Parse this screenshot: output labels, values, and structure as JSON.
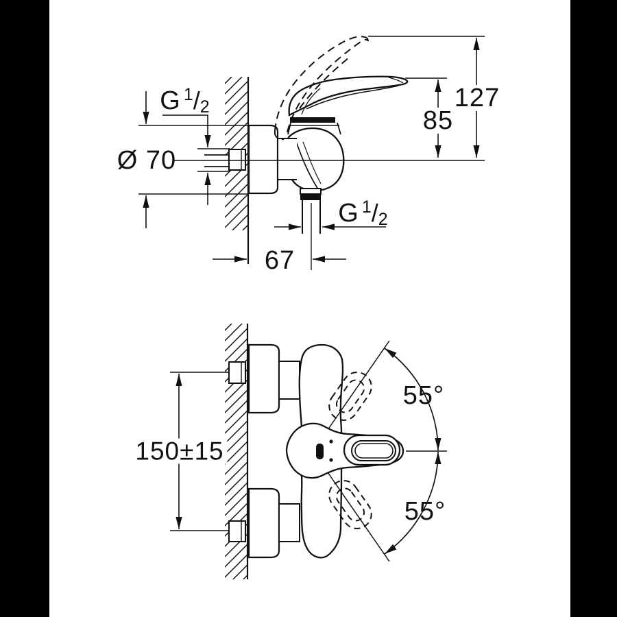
{
  "page": {
    "background": "#000000",
    "paper_color": "#ffffff",
    "ink_color": "#111111"
  },
  "side_view": {
    "labels": {
      "inlet_thread": {
        "base": "G",
        "sup": "1",
        "slash": "/",
        "sub": "2"
      },
      "escutcheon_diameter": "Ø 70",
      "lever_height": "85",
      "overall_height": "127",
      "outlet_thread": {
        "base": "G",
        "sup": "1",
        "slash": "/",
        "sub": "2"
      },
      "wall_to_hose_center": "67"
    }
  },
  "front_view": {
    "labels": {
      "connection_spacing": "150±15",
      "lever_swing_up": "55°",
      "lever_swing_down": "55°"
    }
  }
}
